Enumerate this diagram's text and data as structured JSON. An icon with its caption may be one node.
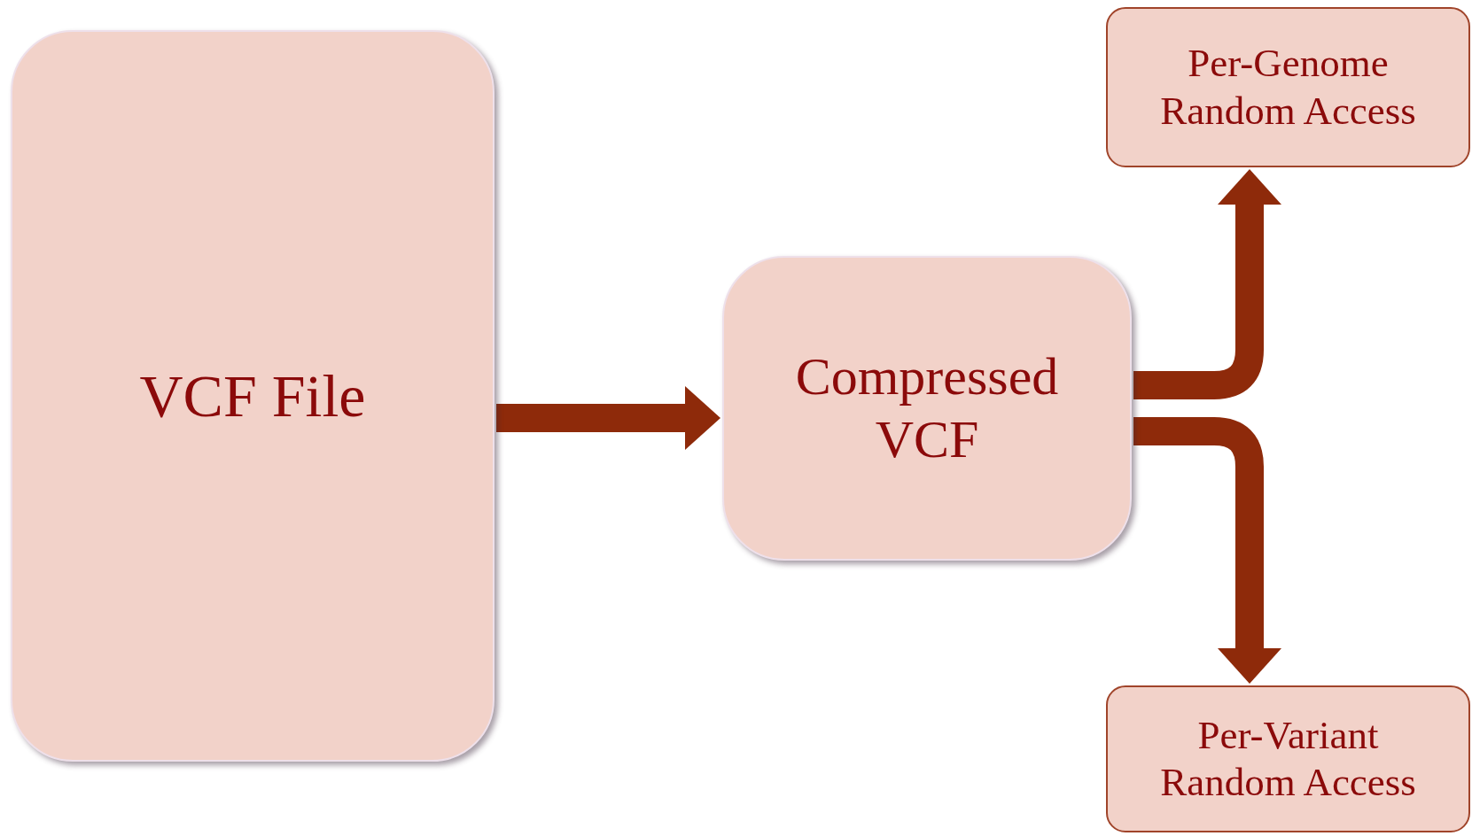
{
  "diagram": {
    "nodes": [
      {
        "text": [
          "VCF File"
        ]
      },
      {
        "text": [
          "Compressed VCF"
        ]
      },
      {
        "text": [
          "Per-Genome Random Access"
        ]
      },
      {
        "text": [
          "Per-Variant Random Access"
        ]
      }
    ],
    "edges": [
      {
        "from": 0,
        "to": 1,
        "arrow": "to"
      },
      {
        "from": 1,
        "to": 2,
        "arrow": "to"
      },
      {
        "from": 1,
        "to": 3,
        "arrow": "to"
      }
    ]
  }
}
